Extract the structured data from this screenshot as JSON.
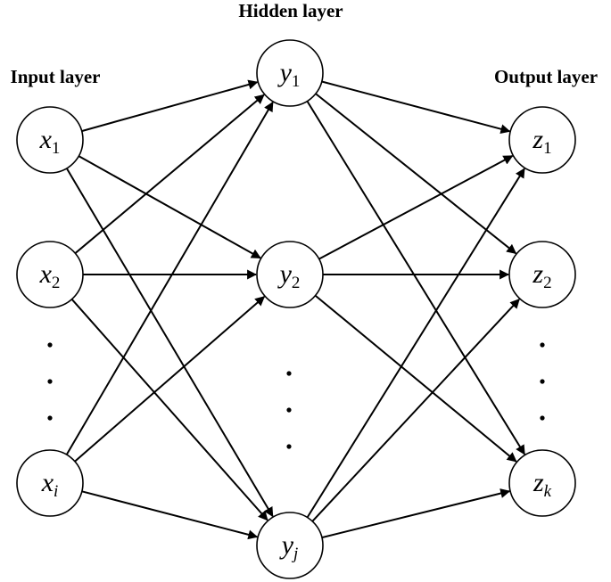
{
  "layers": {
    "input": {
      "title": "Input layer",
      "nodes": [
        {
          "var": "x",
          "sub": "1",
          "sub_italic": false
        },
        {
          "var": "x",
          "sub": "2",
          "sub_italic": false
        },
        {
          "var": "x",
          "sub": "i",
          "sub_italic": true
        }
      ]
    },
    "hidden": {
      "title": "Hidden layer",
      "nodes": [
        {
          "var": "y",
          "sub": "1",
          "sub_italic": false
        },
        {
          "var": "y",
          "sub": "2",
          "sub_italic": false
        },
        {
          "var": "y",
          "sub": "j",
          "sub_italic": true
        }
      ]
    },
    "output": {
      "title": "Output layer",
      "nodes": [
        {
          "var": "z",
          "sub": "1",
          "sub_italic": false
        },
        {
          "var": "z",
          "sub": "2",
          "sub_italic": false
        },
        {
          "var": "z",
          "sub": "k",
          "sub_italic": true
        }
      ]
    }
  },
  "connections": "fully-connected",
  "ellipsis": "vertical-dots",
  "colors": {
    "stroke": "#000000",
    "background": "#ffffff"
  }
}
